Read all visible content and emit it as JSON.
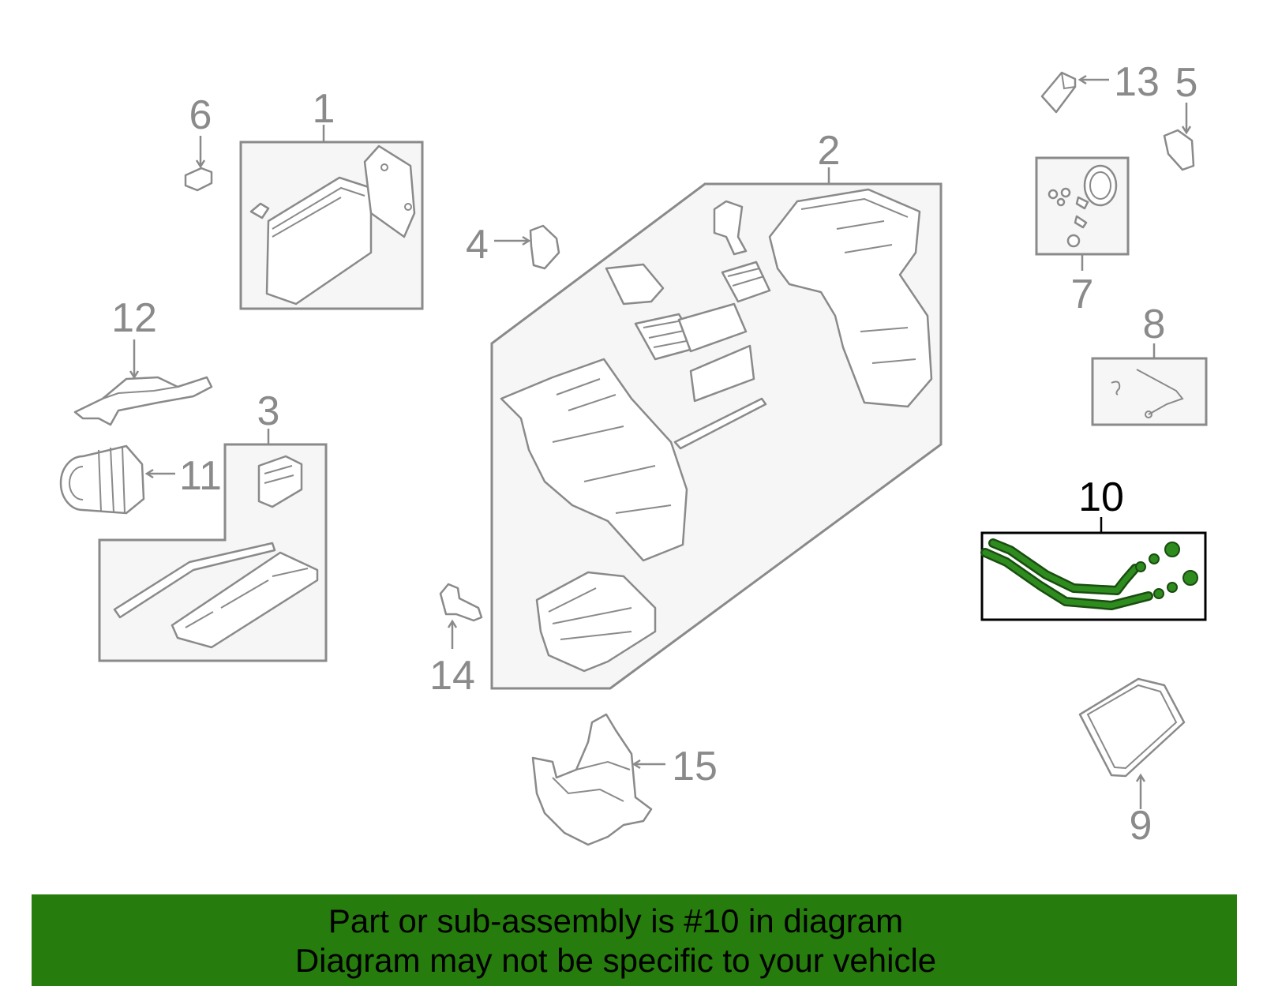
{
  "callouts": [
    {
      "id": "1",
      "label": "1",
      "highlighted": false
    },
    {
      "id": "2",
      "label": "2",
      "highlighted": false
    },
    {
      "id": "3",
      "label": "3",
      "highlighted": false
    },
    {
      "id": "4",
      "label": "4",
      "highlighted": false
    },
    {
      "id": "5",
      "label": "5",
      "highlighted": false
    },
    {
      "id": "6",
      "label": "6",
      "highlighted": false
    },
    {
      "id": "7",
      "label": "7",
      "highlighted": false
    },
    {
      "id": "8",
      "label": "8",
      "highlighted": false
    },
    {
      "id": "9",
      "label": "9",
      "highlighted": false
    },
    {
      "id": "10",
      "label": "10",
      "highlighted": true
    },
    {
      "id": "11",
      "label": "11",
      "highlighted": false
    },
    {
      "id": "12",
      "label": "12",
      "highlighted": false
    },
    {
      "id": "13",
      "label": "13",
      "highlighted": false
    },
    {
      "id": "14",
      "label": "14",
      "highlighted": false
    },
    {
      "id": "15",
      "label": "15",
      "highlighted": false
    }
  ],
  "banner": {
    "line1": "Part or sub-assembly is #10 in diagram",
    "line2": "Diagram may not be specific to your vehicle"
  },
  "colors": {
    "banner": "#267c0c",
    "highlight_part": "#2e8b1e",
    "line_gray": "#8a8a8a",
    "highlight_line": "#000000"
  }
}
